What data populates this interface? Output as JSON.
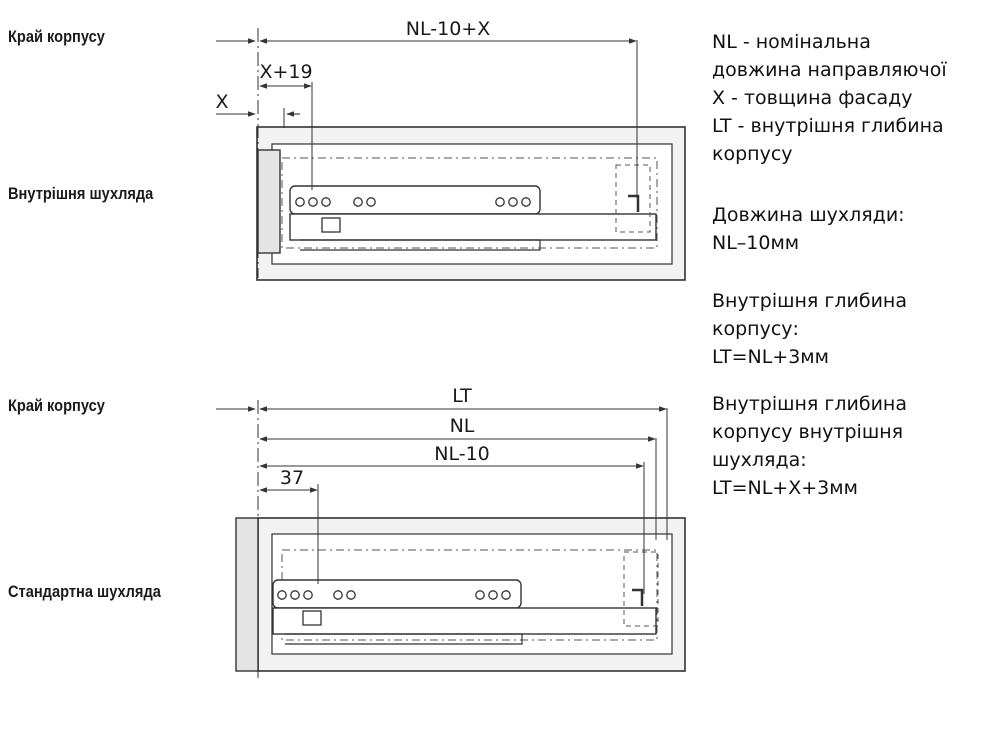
{
  "top_diagram": {
    "edge_label": "Край корпусу",
    "drawer_label": "Внутрішня шухляда",
    "dims": {
      "overall": "NL-10+X",
      "x_plus_19": "X+19",
      "x": "X"
    }
  },
  "bottom_diagram": {
    "edge_label": "Край корпусу",
    "drawer_label": "Стандартна шухляда",
    "dims": {
      "lt": "LT",
      "nl": "NL",
      "nl_minus_10": "NL-10",
      "offset_37": "37"
    }
  },
  "legend": {
    "definitions": [
      "NL - номінальна",
      "довжина направляючої",
      "X - товщина фасаду",
      "LT - внутрішня глибина",
      "корпусу"
    ],
    "drawer_length": [
      "Довжина шухляди:",
      "NL–10мм"
    ],
    "inner_depth": [
      "Внутрішня глибина",
      "корпусу:",
      "LT=NL+3мм"
    ],
    "inner_depth_inner_drawer": [
      "Внутрішня глибина",
      "корпусу внутрішня",
      "шухляда:",
      "LT=NL+X+3мм"
    ]
  },
  "colors": {
    "line": "#333333",
    "cabinet_fill": "#f2f2f2",
    "front_fill": "#e4e4e4"
  }
}
